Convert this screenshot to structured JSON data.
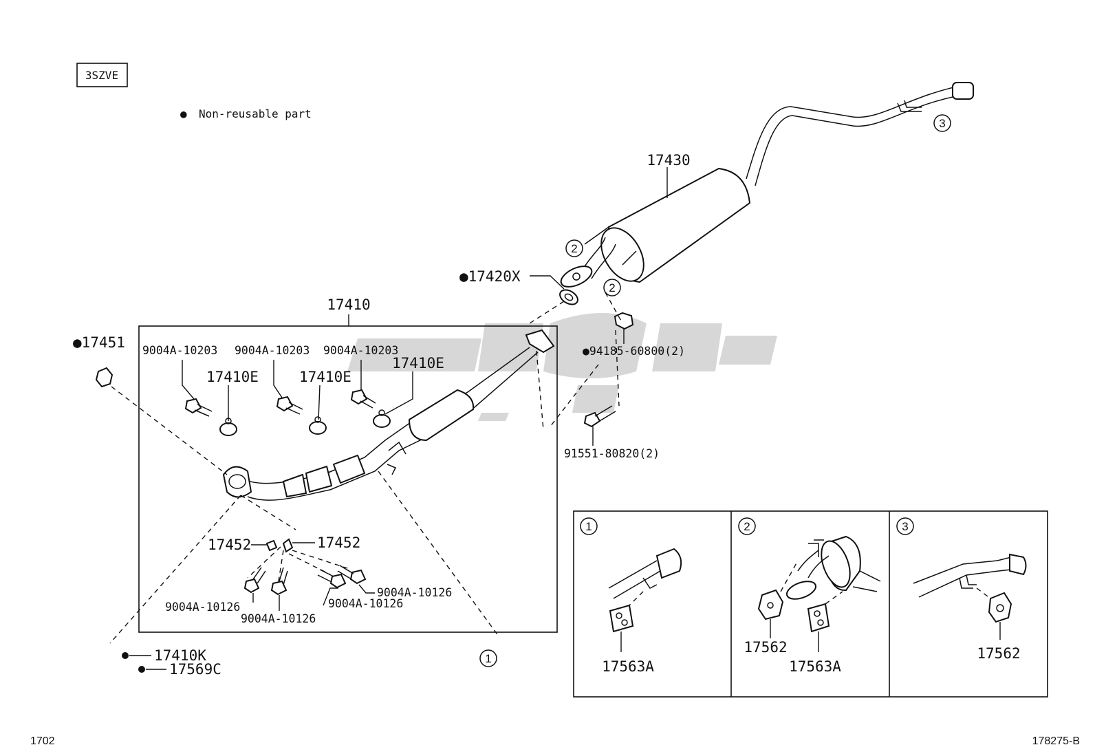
{
  "engine_code": "3SZVE",
  "legend": {
    "symbol": "●",
    "text": "Non-reusable part"
  },
  "page_number": "1702",
  "figure_code": "178275-B",
  "callout_circle_1": "1",
  "callout_circle_2": "2",
  "callout_circle_3": "3",
  "parts": {
    "p17430": "17430",
    "p17420X": "●17420X",
    "p17410": "17410",
    "p17451": "●17451",
    "p94185": "●94185-60800(2)",
    "p91551": "91551-80820(2)",
    "p17410E_a": "17410E",
    "p17410E_b": "17410E",
    "p17410E_c": "17410E",
    "b10203_a": "9004A-10203",
    "b10203_b": "9004A-10203",
    "b10203_c": "9004A-10203",
    "p17452_a": "17452",
    "p17452_b": "17452",
    "b10126_a": "9004A-10126",
    "b10126_b": "9004A-10126",
    "b10126_c": "9004A-10126",
    "b10126_d": "9004A-10126",
    "p17410K": "17410K",
    "p17569C": "17569C"
  },
  "detail_panels": [
    {
      "number": "1",
      "parts": [
        "17563A"
      ]
    },
    {
      "number": "2",
      "parts": [
        "17562",
        "17563A"
      ]
    },
    {
      "number": "3",
      "parts": [
        "17562"
      ]
    }
  ]
}
